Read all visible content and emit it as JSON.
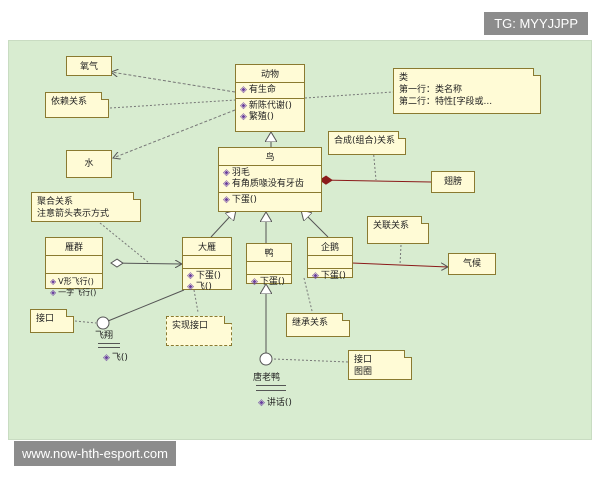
{
  "watermark_top": "TG: MYYJJPP",
  "watermark_bottom": "www.now-hth-esport.com",
  "animal": {
    "name": "动物",
    "attrs": [
      "有生命"
    ],
    "ops": [
      "新陈代谢()",
      "繁殖()"
    ]
  },
  "bird": {
    "name": "鸟",
    "attrs": [
      "羽毛",
      "有角质喙没有牙齿"
    ],
    "ops": [
      "下蛋()"
    ]
  },
  "oxygen": {
    "name": "氧气"
  },
  "water": {
    "name": "水"
  },
  "wing": {
    "name": "翅膀"
  },
  "climate": {
    "name": "气候"
  },
  "goose_flock": {
    "name": "雁群",
    "ops": [
      "V形飞行()",
      "一字飞行()"
    ]
  },
  "wild_goose": {
    "name": "大雁",
    "ops": [
      "下蛋()",
      "飞()"
    ]
  },
  "duck": {
    "name": "鸭",
    "ops": [
      "下蛋()"
    ]
  },
  "penguin": {
    "name": "企鹅",
    "ops": [
      "下蛋()"
    ]
  },
  "fly_interface": {
    "name": "飞翔",
    "op": "飞()"
  },
  "tang_duck": {
    "name": "唐老鸭",
    "op": "讲话()"
  },
  "notes": {
    "dependency": "依赖关系",
    "class_note": [
      "类",
      "第一行：类名称",
      "第二行：特性[字段或..."
    ],
    "composition": "合成(组合)关系",
    "aggregation": [
      "聚合关系",
      "注意箭头表示方式"
    ],
    "association": "关联关系",
    "interface": "接口",
    "implement": "实现接口",
    "inheritance": "继承关系",
    "lollipop": [
      "接口",
      "图圈"
    ]
  }
}
